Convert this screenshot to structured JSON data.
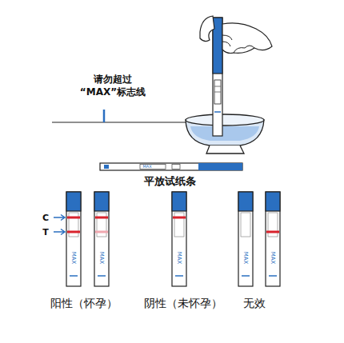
{
  "diagram": {
    "labels": [
      "请勿超过 “MAX”标志线",
      "平放试纸条",
      "C",
      "T",
      "MAX",
      "MAX",
      "MAX",
      "MAX",
      "MAX",
      "MAX",
      "阳性（怀孕）",
      "阴性（未怀孕）",
      "无效"
    ]
  }
}
